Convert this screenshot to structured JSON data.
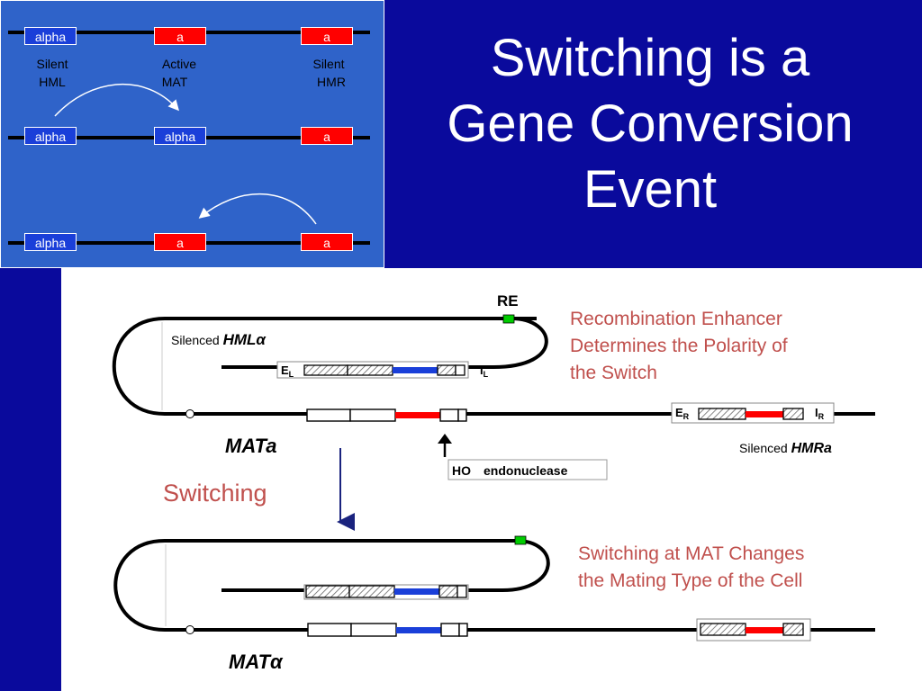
{
  "top": {
    "row1": {
      "hml": "alpha",
      "mat": "a",
      "hmr": "a"
    },
    "row2": {
      "hml": "alpha",
      "mat": "alpha",
      "hmr": "a"
    },
    "row3": {
      "hml": "alpha",
      "mat": "a",
      "hmr": "a"
    },
    "labels": {
      "hml_state": "Silent",
      "hml_name": "HML",
      "mat_state": "Active",
      "mat_name": "MAT",
      "hmr_state": "Silent",
      "hmr_name": "HMR"
    }
  },
  "title_line1": "Switching is a",
  "title_line2": "Gene Conversion",
  "title_line3": "Event",
  "diagram": {
    "re_label": "RE",
    "silenced_prefix_hml": "Silenced ",
    "hml_name": "HMLα",
    "silenced_prefix_hmr": "Silenced ",
    "hmr_name": "HMRa",
    "el_main": "E",
    "el_sub": "L",
    "il_main": "I",
    "il_sub": "L",
    "er_main": "E",
    "er_sub": "R",
    "ir_main": "I",
    "ir_sub": "R",
    "mata_label": "MATa",
    "matalpha_label": "MATα",
    "ho_label": "HO",
    "endonuclease_label": "endonuclease",
    "switching_label": "Switching",
    "enhancer_line1": "Recombination Enhancer",
    "enhancer_line2": "Determines the Polarity of",
    "enhancer_line3": "the Switch",
    "mat_change_line1": "Switching at MAT Changes",
    "mat_change_line2": "the Mating Type of the Cell"
  },
  "colors": {
    "background": "#0a0a9c",
    "panel_blue": "#2f63c9",
    "alpha_blue": "#1a3fd9",
    "a_red": "#ff0000",
    "annotation_red": "#c0504d",
    "re_green": "#00cc00"
  }
}
